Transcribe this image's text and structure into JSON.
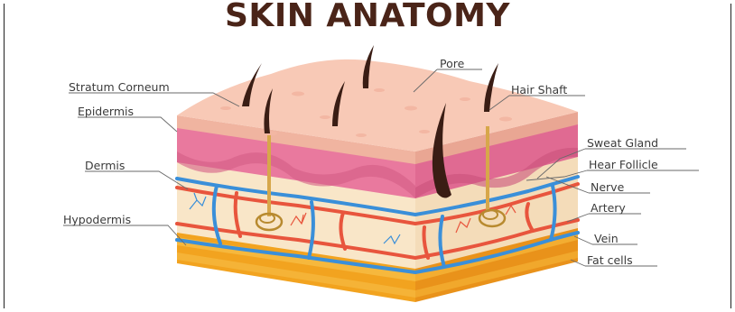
{
  "title": "SKIN ANATOMY",
  "labels": {
    "stratum_corneum": "Stratum Corneum",
    "epidermis": "Epidermis",
    "dermis": "Dermis",
    "hypodermis": "Hypodermis",
    "pore": "Pore",
    "hair_shaft": "Hair Shaft",
    "sweat_gland": "Sweat Gland",
    "hair_follicle": "Hear Follicle",
    "nerve": "Nerve",
    "artery": "Artery",
    "vein": "Vein",
    "fat_cells": "Fat cells"
  },
  "colors": {
    "title": "#4a2418",
    "stratum_corneum": "#f7c2b0",
    "epidermis": "#e97ba0",
    "dermis": "#f8e3c5",
    "hypodermis": "#f5a623",
    "artery": "#e8553d",
    "vein": "#3a8fd9",
    "hair": "#3a1d14"
  }
}
